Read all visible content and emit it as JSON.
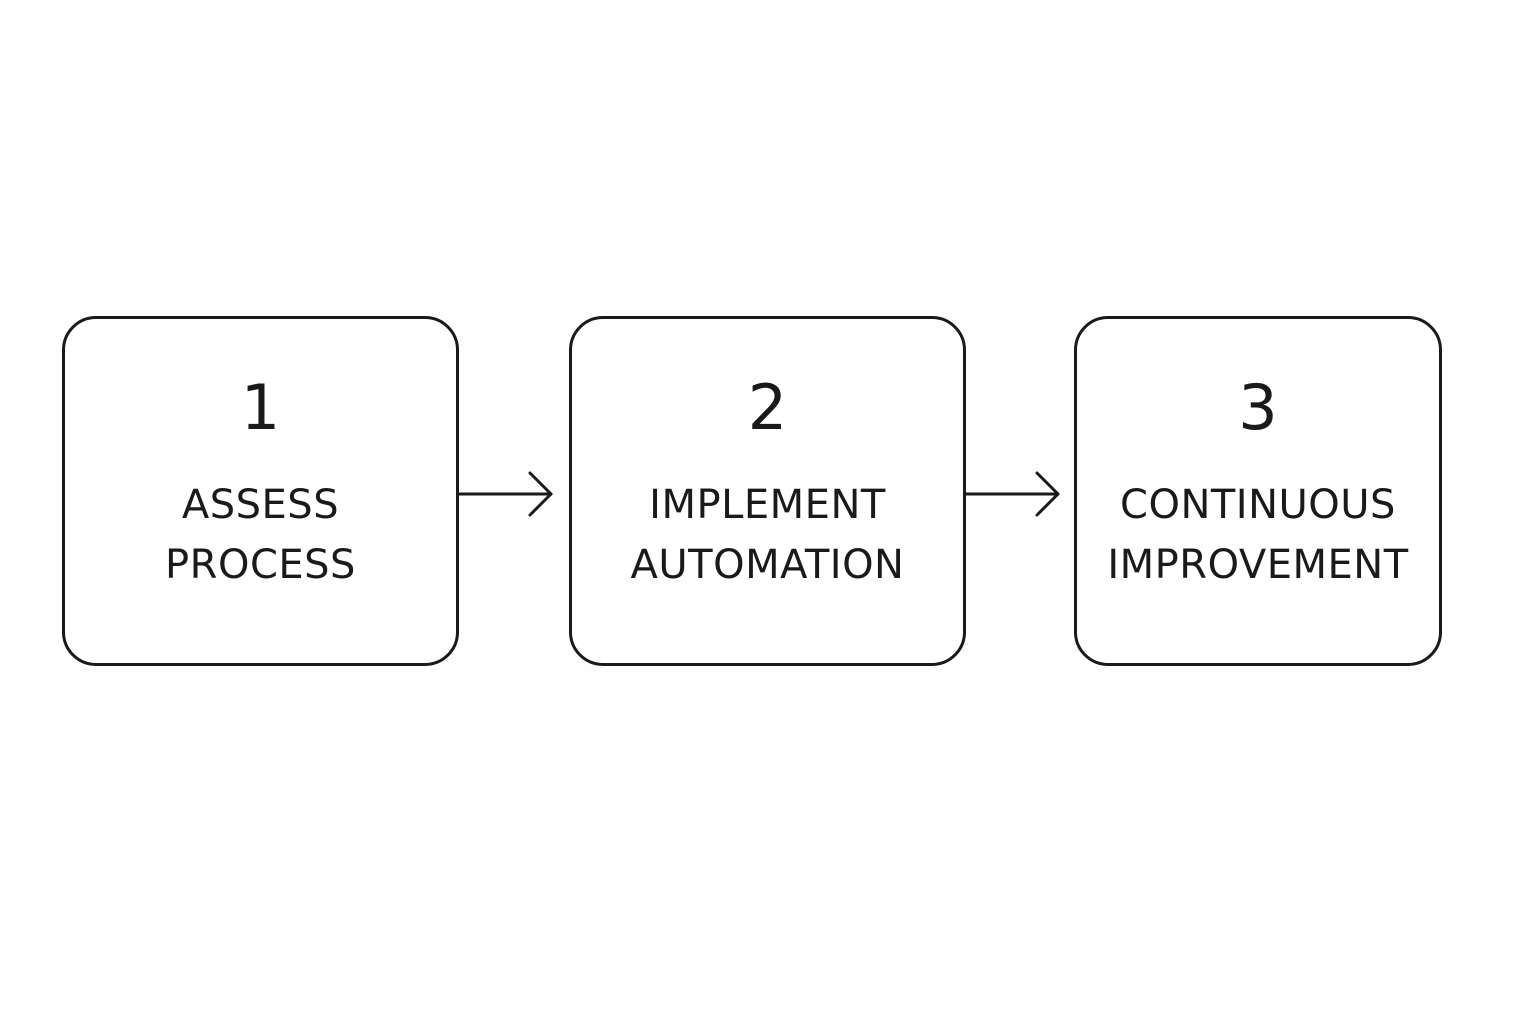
{
  "steps": [
    {
      "number": "1",
      "label_line1": "ASSESS",
      "label_line2": "PROCESS"
    },
    {
      "number": "2",
      "label_line1": "IMPLEMENT",
      "label_line2": "AUTOMATION"
    },
    {
      "number": "3",
      "label_line1": "CONTINUOUS",
      "label_line2": "IMPROVEMENT"
    }
  ],
  "colors": {
    "stroke": "#1a1a1a",
    "background": "#fefefe",
    "box_fill": "#ffffff"
  },
  "icons": {
    "connector": "arrow-right-icon"
  }
}
